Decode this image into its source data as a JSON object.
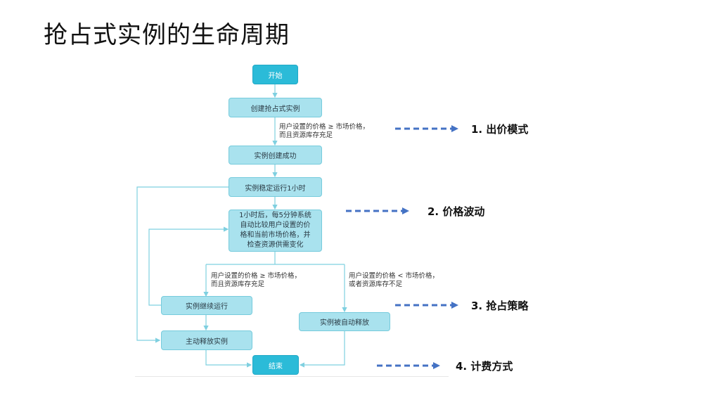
{
  "title": "抢占式实例的生命周期",
  "flow": {
    "start": "开始",
    "create": "创建抢占式实例",
    "cond_a_line1": "用户设置的价格 ≥ 市场价格，",
    "cond_a_line2": "而且资源库存充足",
    "created": "实例创建成功",
    "stable": "实例稳定运行1小时",
    "check_line1": "1小时后，每5分钟系统",
    "check_line2": "自动比较用户设置的价",
    "check_line3": "格和当前市场价格，并",
    "check_line4": "检查资源供需变化",
    "cond_b_line1": "用户设置的价格 ≥ 市场价格，",
    "cond_b_line2": "而且资源库存充足",
    "cond_c_line1": "用户设置的价格 < 市场价格，",
    "cond_c_line2": "或者资源库存不足",
    "continue": "实例继续运行",
    "auto_release": "实例被自动释放",
    "manual_release": "主动释放实例",
    "end": "结束"
  },
  "callouts": [
    {
      "label": "1. 出价模式"
    },
    {
      "label": "2. 价格波动"
    },
    {
      "label": "3. 抢占策略"
    },
    {
      "label": "4. 计费方式"
    }
  ],
  "colors": {
    "node_fill": "#a9e2ee",
    "terminal_fill": "#2bbbd8",
    "connector": "#7fd0e0",
    "callout_arrow": "#4472c4"
  }
}
